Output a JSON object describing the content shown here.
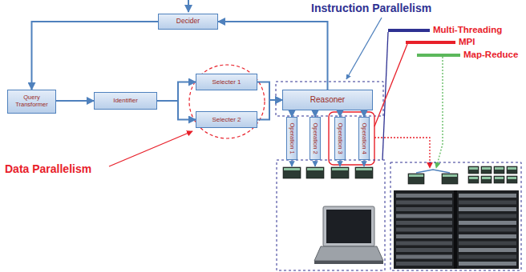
{
  "diagram": {
    "nodes": [
      {
        "text": [
          "Decider"
        ]
      },
      {
        "text": [
          "Query Transformer"
        ]
      },
      {
        "text": [
          "Identifier"
        ]
      },
      {
        "text": [
          "Selecter 1"
        ]
      },
      {
        "text": [
          "Selecter 2"
        ]
      },
      {
        "text": [
          "Reasoner"
        ]
      },
      {
        "text": [
          "Operation 1"
        ]
      },
      {
        "text": [
          "Operation 2"
        ]
      },
      {
        "text": [
          "Operation 3"
        ]
      },
      {
        "text": [
          "Operation 4"
        ]
      }
    ],
    "edges": [
      {
        "from": 0,
        "to": 1,
        "arrow": "to"
      },
      {
        "from": 1,
        "to": 2,
        "arrow": "to"
      },
      {
        "from": 2,
        "to": 3,
        "arrow": "to"
      },
      {
        "from": 2,
        "to": 4,
        "arrow": "to"
      },
      {
        "from": 3,
        "to": 5,
        "arrow": "to"
      },
      {
        "from": 4,
        "to": 5,
        "arrow": "to"
      },
      {
        "from": 5,
        "to": 0,
        "arrow": "to"
      },
      {
        "from": 5,
        "to": 6,
        "arrow": "to"
      },
      {
        "from": 5,
        "to": 7,
        "arrow": "to"
      },
      {
        "from": 5,
        "to": 8,
        "arrow": "to"
      },
      {
        "from": 5,
        "to": 9,
        "arrow": "to"
      }
    ],
    "labels": [
      "Instruction Parallelism",
      "Data Parallelism"
    ],
    "legend": [
      {
        "text": "Multi-Threading"
      },
      {
        "text": "MPI"
      },
      {
        "text": "Map-Reduce"
      }
    ]
  }
}
